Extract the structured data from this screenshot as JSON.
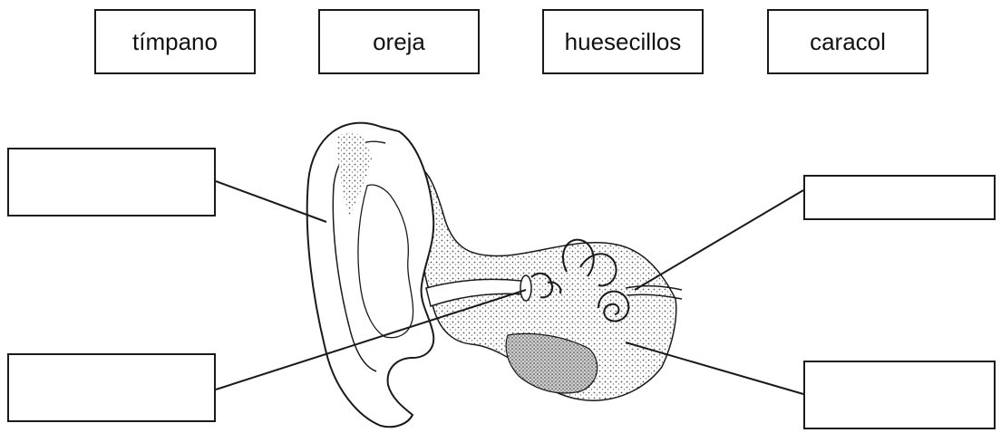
{
  "word_bank": [
    {
      "label": "tímpano"
    },
    {
      "label": "oreja"
    },
    {
      "label": "huesecillos"
    },
    {
      "label": "caracol"
    }
  ],
  "answer_boxes": [
    {
      "value": ""
    },
    {
      "value": ""
    },
    {
      "value": ""
    },
    {
      "value": ""
    }
  ],
  "colors": {
    "ink": "#1a1a1a",
    "stipple": "#8a8a8a",
    "paper": "#ffffff"
  }
}
